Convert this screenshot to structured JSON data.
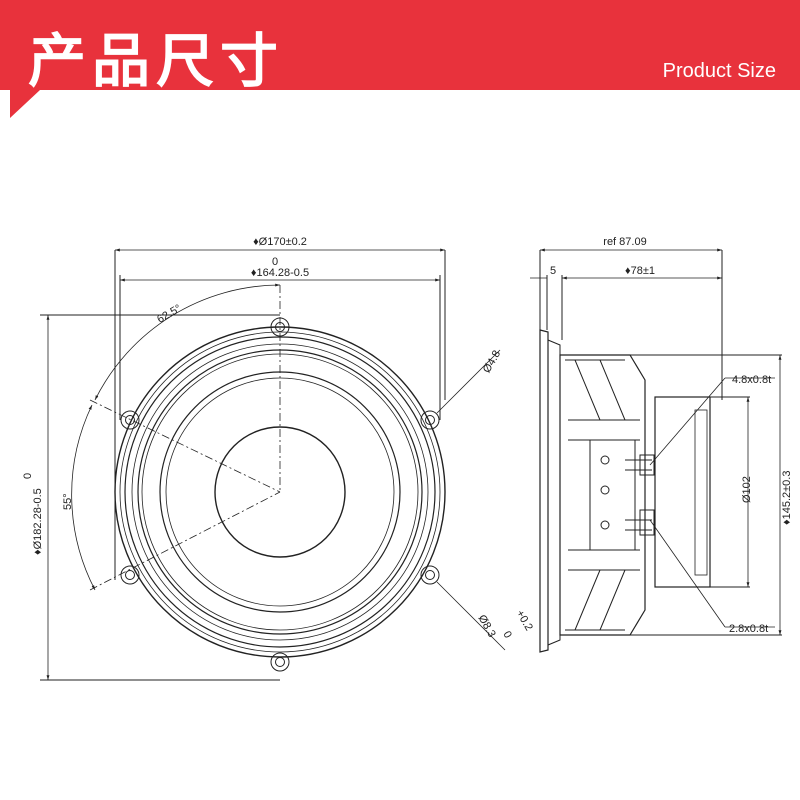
{
  "header": {
    "title_cn": "产品尺寸",
    "title_en": "Product Size",
    "accent_color": "#e8323c"
  },
  "front_view": {
    "dim_outer_diameter": "♦Ø170±0.2",
    "dim_inner_zero": "0",
    "dim_inner_width": "♦164.28-0.5",
    "angle_top": "62.5°",
    "angle_left": "55°",
    "hole_diameter": "Ø4.8",
    "slot_diameter": "Ø8.3",
    "slot_tol_plus": "+0.2",
    "slot_tol_zero": "0",
    "left_zero": "0",
    "left_height": "♦Ø182.28-0.5"
  },
  "side_view": {
    "ref_depth": "ref 87.09",
    "flange": "5",
    "body_depth": "♦78±1",
    "terminal_top": "4.8x0.8t",
    "terminal_bottom": "2.8x0.8t",
    "magnet_diameter": "Ø102",
    "frame_height": "♦145.2±0.3"
  }
}
